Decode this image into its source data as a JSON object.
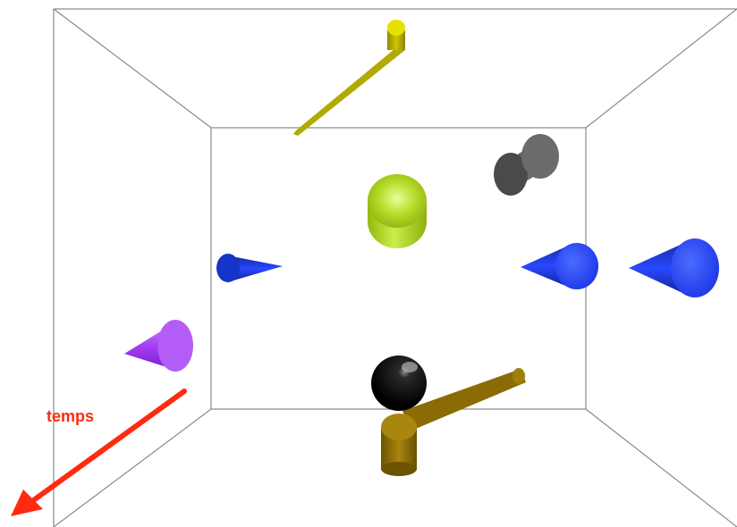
{
  "time_axis": {
    "label": "temps",
    "color": "#ff2a10"
  },
  "colors": {
    "frame_lines": "#8a8a8a",
    "yellow_rod": "#c9c300",
    "lime_cylinder": "#a6d11a",
    "gray_cylinder": "#5a5a5a",
    "blue_cone": "#1f3cff",
    "navy_cone": "#0d2aa8",
    "purple_cone": "#b24dff",
    "black_sphere": "#000000",
    "brown_rod": "#9a7a10"
  },
  "objects": [
    {
      "name": "yellow-rod",
      "color": "yellow"
    },
    {
      "name": "lime-cylinder",
      "color": "lime"
    },
    {
      "name": "gray-cylinder",
      "color": "gray"
    },
    {
      "name": "small-blue-cone-left",
      "color": "blue"
    },
    {
      "name": "blue-cone-middle-right",
      "color": "blue"
    },
    {
      "name": "blue-cone-far-right",
      "color": "blue"
    },
    {
      "name": "purple-cone",
      "color": "purple"
    },
    {
      "name": "black-sphere",
      "color": "black"
    },
    {
      "name": "brown-rod",
      "color": "brown"
    }
  ]
}
